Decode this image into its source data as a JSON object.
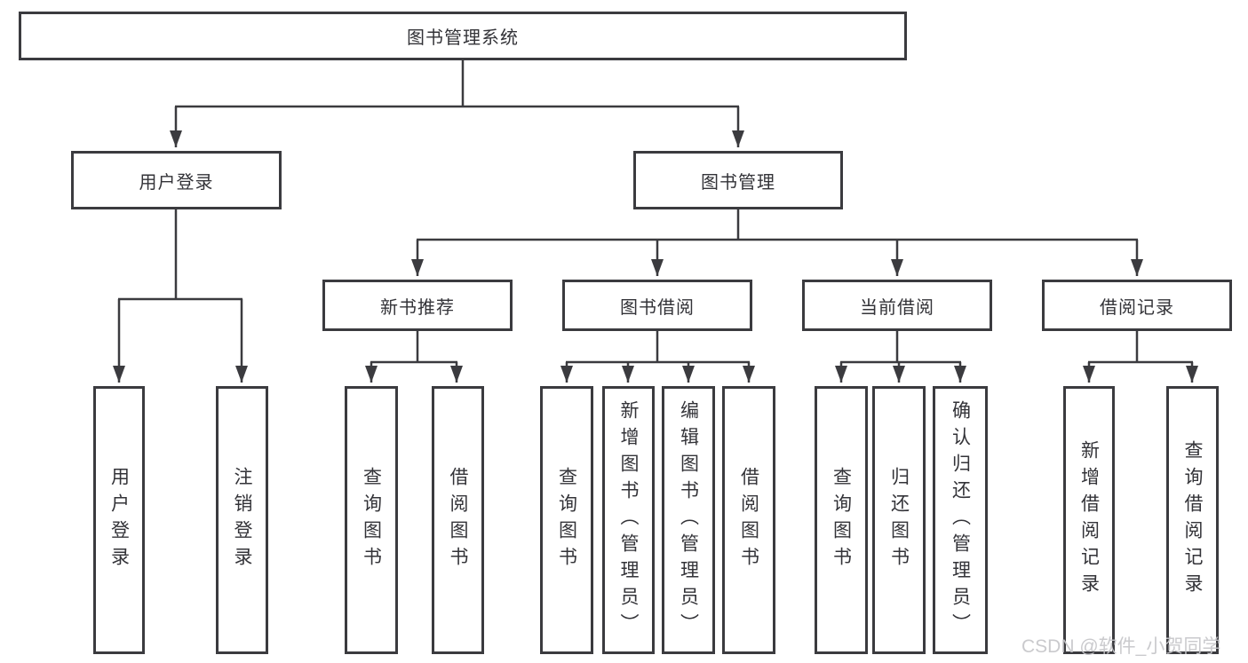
{
  "tree": {
    "root": {
      "label": "图书管理系统"
    },
    "branches": [
      {
        "label": "用户登录",
        "children": [
          {
            "label": "用户登录"
          },
          {
            "label": "注销登录"
          }
        ]
      },
      {
        "label": "图书管理",
        "children": [
          {
            "label": "新书推荐",
            "children": [
              {
                "label": "查询图书"
              },
              {
                "label": "借阅图书"
              }
            ]
          },
          {
            "label": "图书借阅",
            "children": [
              {
                "label": "查询图书"
              },
              {
                "label": "新增图书（管理员）"
              },
              {
                "label": "编辑图书（管理员）"
              },
              {
                "label": "借阅图书"
              }
            ]
          },
          {
            "label": "当前借阅",
            "children": [
              {
                "label": "查询图书"
              },
              {
                "label": "归还图书"
              },
              {
                "label": "确认归还（管理员）"
              }
            ]
          },
          {
            "label": "借阅记录",
            "children": [
              {
                "label": "新增借阅记录"
              },
              {
                "label": "查询借阅记录"
              }
            ]
          }
        ]
      }
    ]
  },
  "watermark": "CSDN @软件_小贺同学",
  "colors": {
    "line": "#3b3b3f",
    "text": "#333338",
    "watermark": "#c5c5c9"
  }
}
